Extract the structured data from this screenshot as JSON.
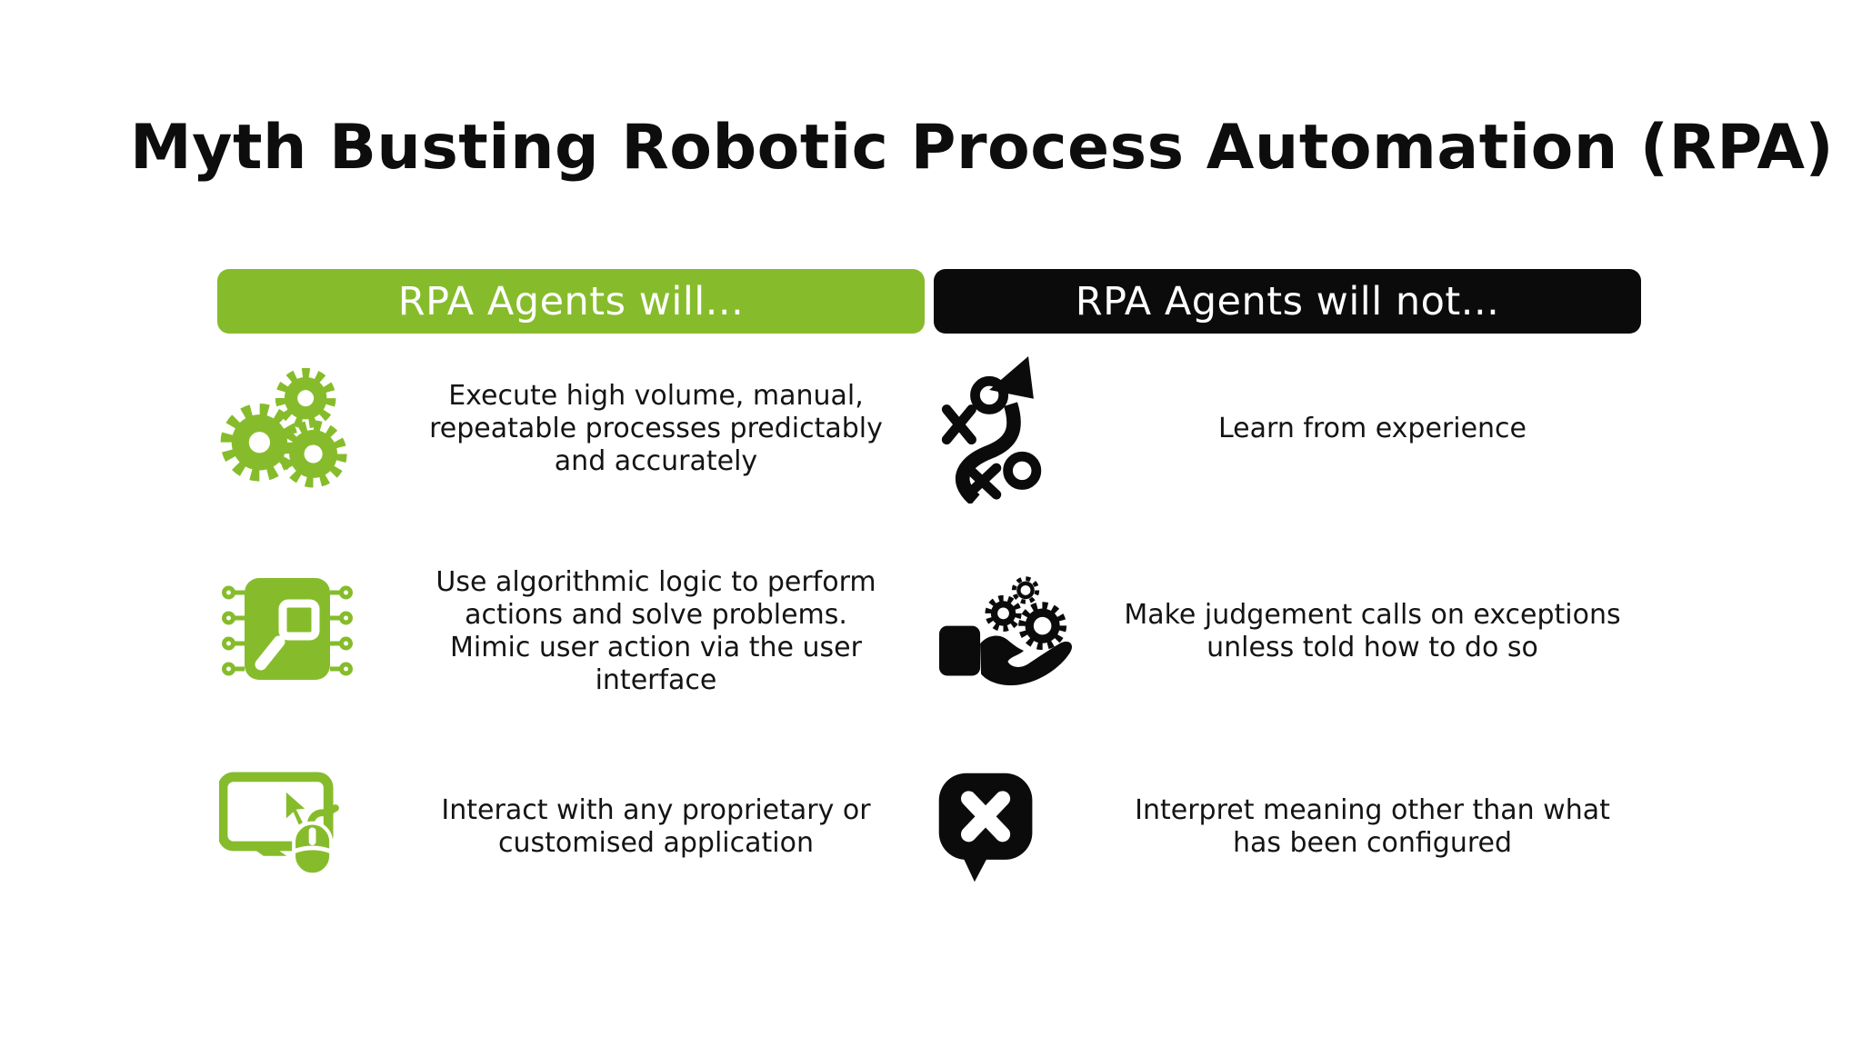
{
  "slide": {
    "title": "Myth Busting Robotic Process Automation (RPA)",
    "colors": {
      "green": "#86BC2B",
      "dark": "#0B0B0B",
      "text": "#141414",
      "bg": "#FFFFFF",
      "headertext": "#FFFFFF"
    },
    "columns": [
      {
        "header": "RPA Agents will...",
        "items": [
          {
            "icon": "gears-icon",
            "lines": [
              "Execute high volume, manual,",
              "repeatable processes predictably",
              "and accurately"
            ]
          },
          {
            "icon": "chip-icon",
            "lines": [
              "Use algorithmic logic to perform",
              "actions and solve problems.",
              "Mimic user action via the user",
              "interface"
            ]
          },
          {
            "icon": "monitor-mouse-icon",
            "lines": [
              "Interact with any proprietary or",
              "customised application"
            ]
          }
        ]
      },
      {
        "header": "RPA Agents will not...",
        "items": [
          {
            "icon": "strategy-icon",
            "lines": [
              "Learn from experience"
            ]
          },
          {
            "icon": "hand-gears-icon",
            "lines": [
              "Make judgement calls on exceptions",
              "unless told how to do so"
            ]
          },
          {
            "icon": "speech-bubble-x-icon",
            "lines": [
              "Interpret meaning other than what",
              "has been configured"
            ]
          }
        ]
      }
    ]
  }
}
